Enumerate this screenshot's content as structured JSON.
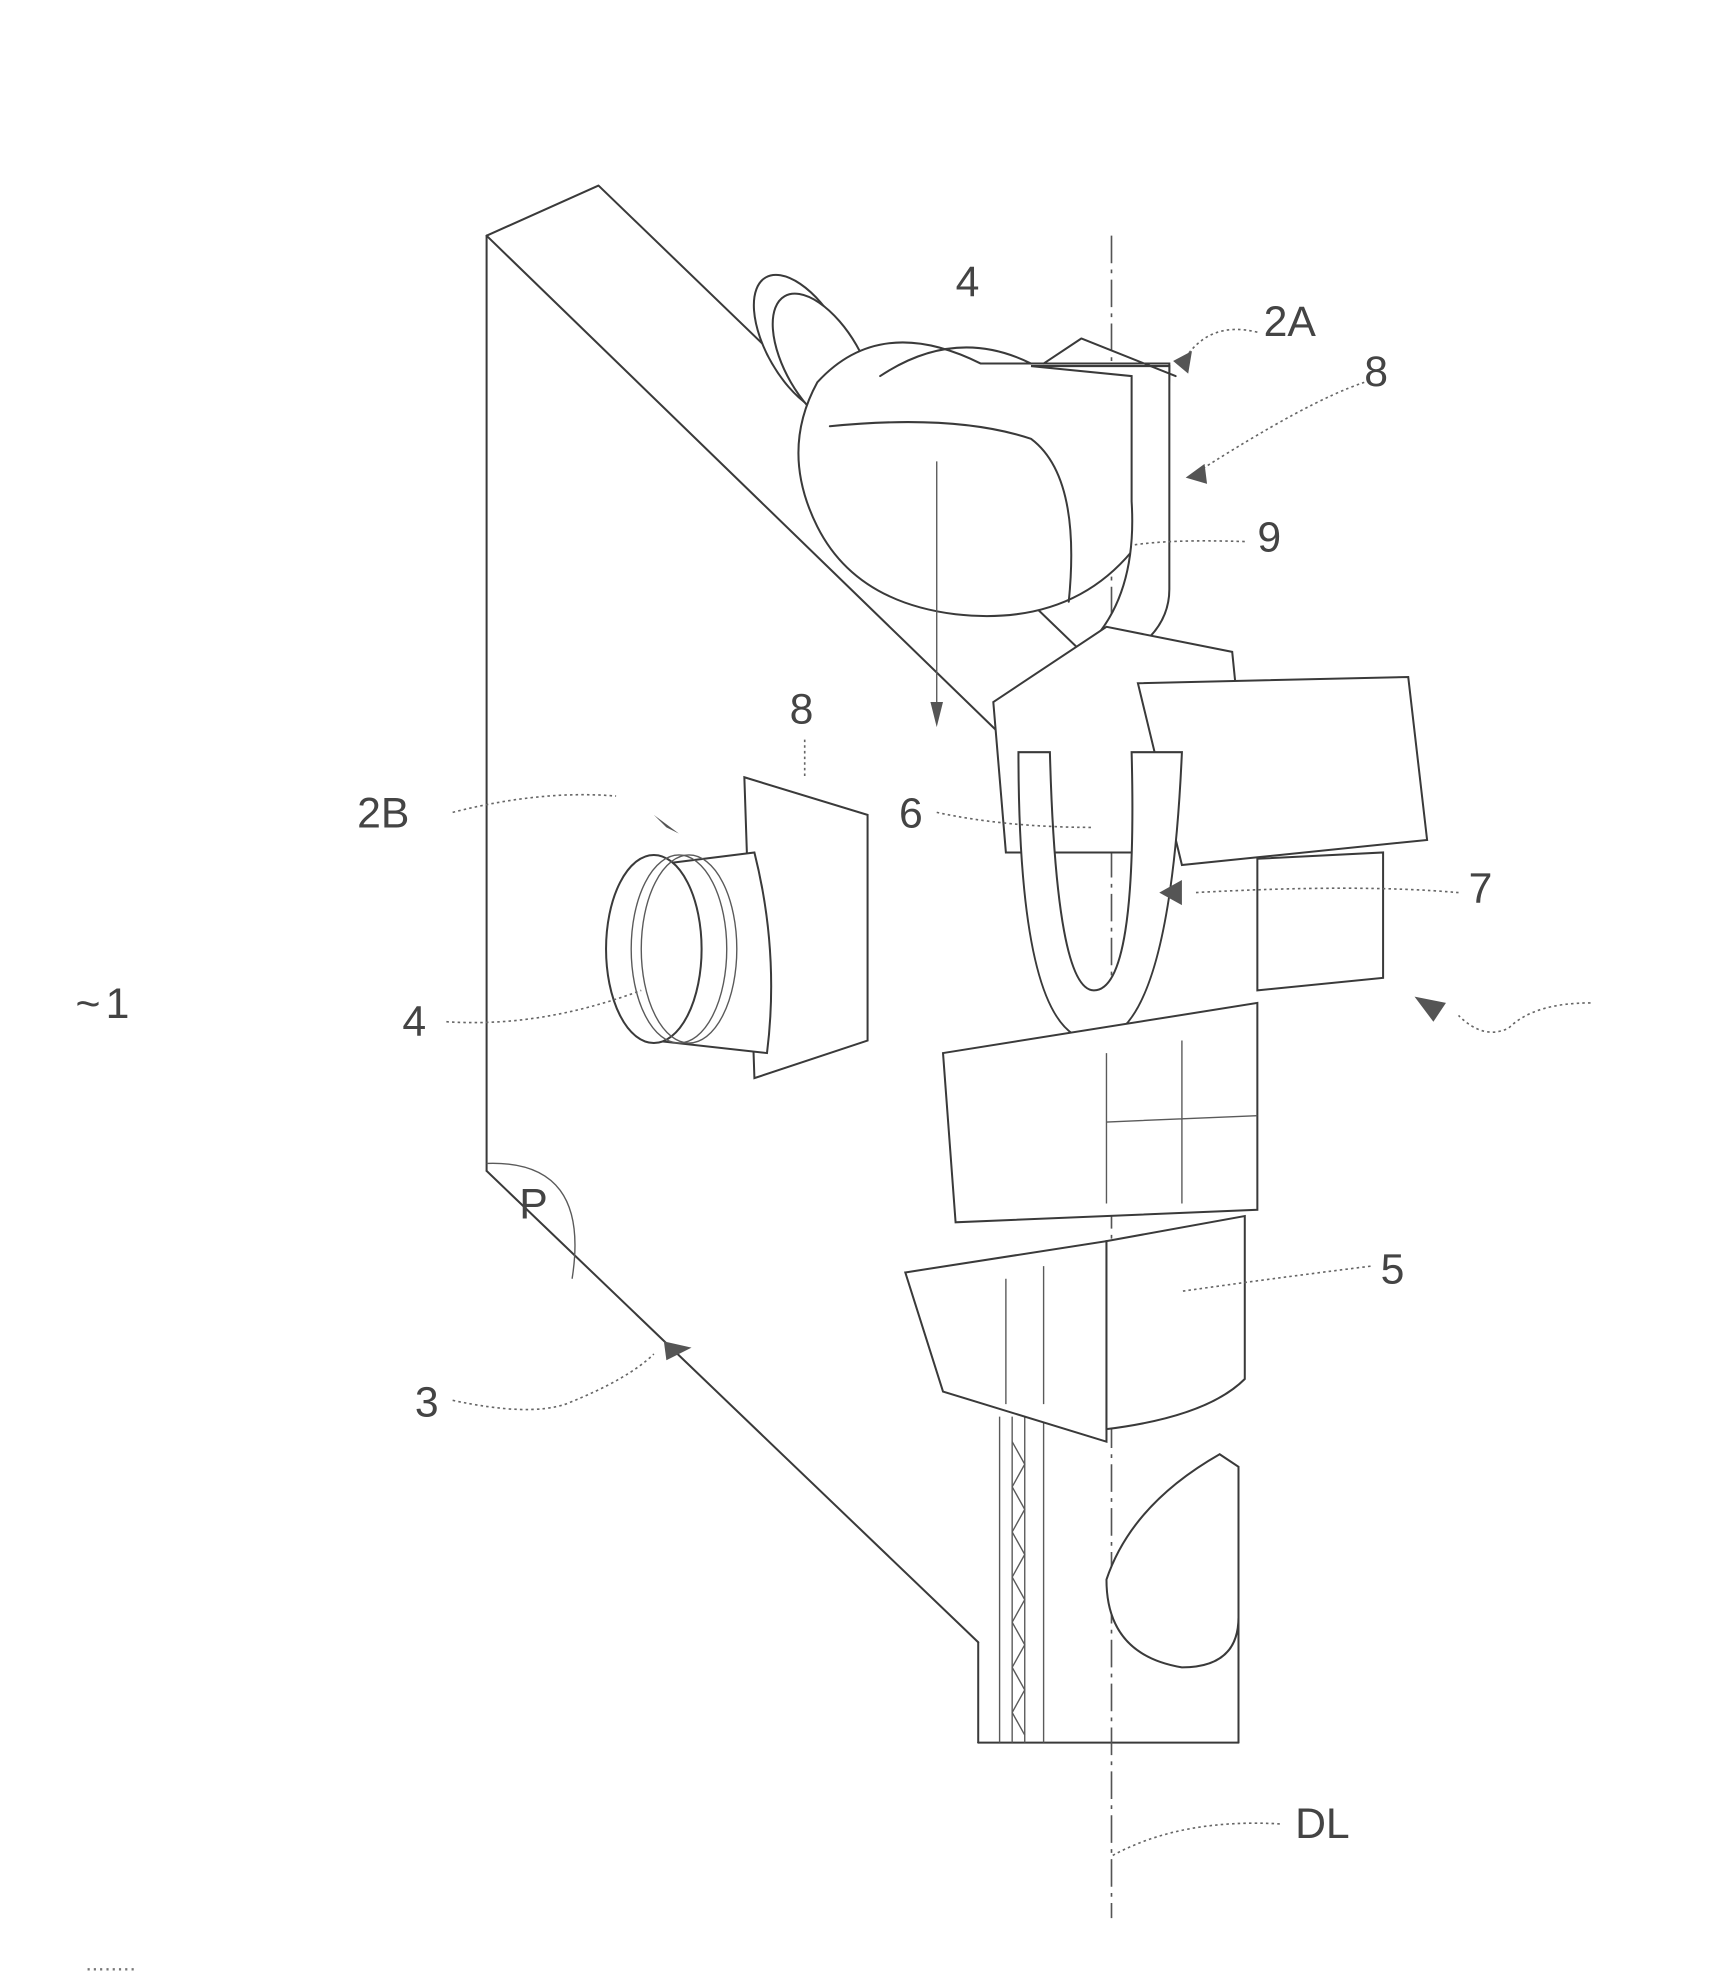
{
  "figure": {
    "figure_number": "1",
    "labels": {
      "pipe_connector_2a": "2A",
      "pipe_connector_2b": "2B",
      "panel": "3",
      "pipe_end_top": "4",
      "pipe_end_side": "4",
      "support_frame": "5",
      "u_channel": "6",
      "seat": "7",
      "flange_top": "8",
      "flange_side": "8",
      "flange_wall": "9",
      "plane": "P",
      "datum_line": "DL"
    },
    "footer_mark": "........"
  },
  "colors": {
    "line": "#3a3a3a",
    "background": "#ffffff"
  }
}
